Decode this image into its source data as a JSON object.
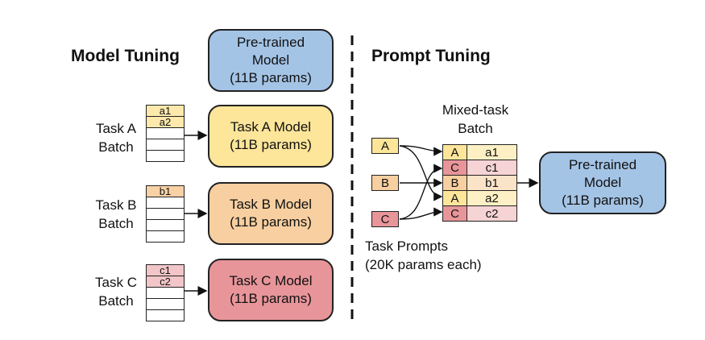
{
  "left": {
    "title": "Model Tuning",
    "pretrained": [
      "Pre-trained",
      "Model",
      "(11B params)"
    ],
    "tasks": [
      {
        "label": [
          "Task A",
          "Batch"
        ],
        "rows": [
          "a1",
          "a2"
        ],
        "model": [
          "Task A Model",
          "(11B params)"
        ]
      },
      {
        "label": [
          "Task B",
          "Batch"
        ],
        "rows": [
          "b1"
        ],
        "model": [
          "Task B Model",
          "(11B params)"
        ]
      },
      {
        "label": [
          "Task C",
          "Batch"
        ],
        "rows": [
          "c1",
          "c2"
        ],
        "model": [
          "Task C Model",
          "(11B params)"
        ]
      }
    ]
  },
  "right": {
    "title": "Prompt Tuning",
    "batch_label": [
      "Mixed-task",
      "Batch"
    ],
    "prompts": [
      "A",
      "B",
      "C"
    ],
    "batch_rows": [
      {
        "task": "C",
        "value": "c1"
      },
      {
        "task": "B",
        "value": "b1"
      },
      {
        "task": "A",
        "value": "a2"
      },
      {
        "task": "C",
        "value": "c2"
      }
    ],
    "batch_first": {
      "task": "A",
      "value": "a1"
    },
    "prompts_label": [
      "Task Prompts",
      "(20K params each)"
    ],
    "pretrained": [
      "Pre-trained",
      "Model",
      "(11B params)"
    ]
  },
  "colors": {
    "blue": "#a4c4e6",
    "yellow": "#fde59a",
    "orange": "#f8cfa0",
    "red": "#e8959a"
  }
}
